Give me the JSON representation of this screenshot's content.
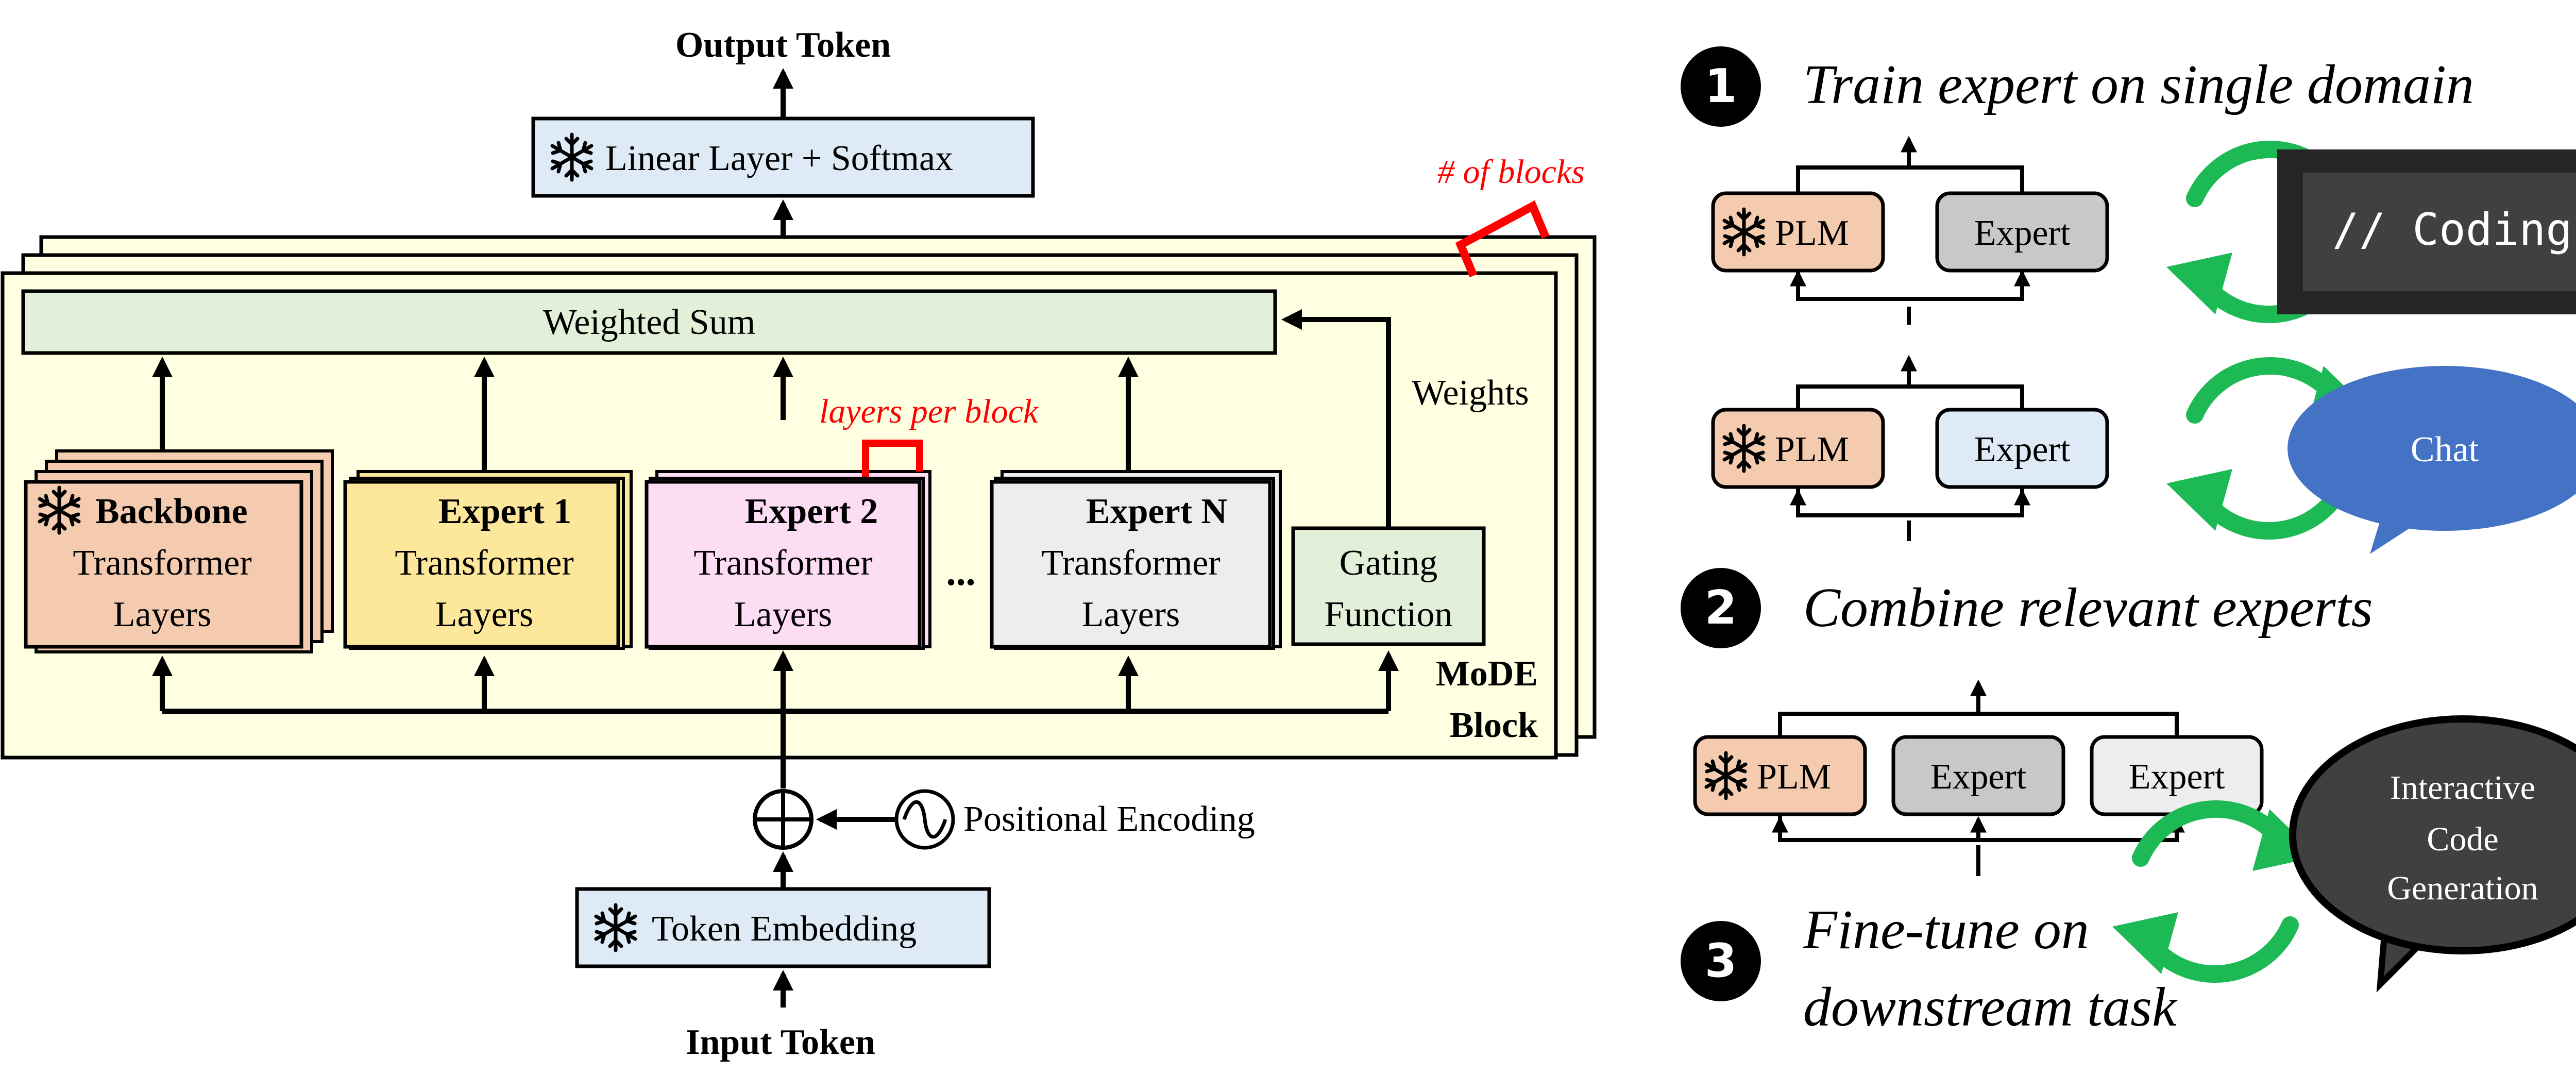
{
  "left": {
    "output_token": "Output Token",
    "input_token": "Input Token",
    "linear_layer": "Linear Layer + Softmax",
    "token_embedding": "Token Embedding",
    "positional_encoding": "Positional Encoding",
    "weighted_sum": "Weighted Sum",
    "weights": "Weights",
    "num_blocks": "# of blocks",
    "layers_per_block": "layers per block",
    "ellipsis": "...",
    "mode_block_line1": "MoDE",
    "mode_block_line2": "Block",
    "backbone": {
      "title": "Backbone",
      "line2": "Transformer",
      "line3": "Layers"
    },
    "expert1": {
      "title": "Expert 1",
      "line2": "Transformer",
      "line3": "Layers"
    },
    "expert2": {
      "title": "Expert 2",
      "line2": "Transformer",
      "line3": "Layers"
    },
    "expertN": {
      "title": "Expert N",
      "line2": "Transformer",
      "line3": "Layers"
    },
    "gating": {
      "line1": "Gating",
      "line2": "Function"
    }
  },
  "right": {
    "step1": {
      "number": "1",
      "text": "Train expert on single domain"
    },
    "step2": {
      "number": "2",
      "text": "Combine relevant experts"
    },
    "step3": {
      "number": "3",
      "line1": "Fine-tune on",
      "line2": "downstream task"
    },
    "plm": "PLM",
    "expert": "Expert",
    "coding": "// Coding",
    "chat": "Chat",
    "interactive": {
      "line1": "Interactive",
      "line2": "Code",
      "line3": "Generation"
    }
  },
  "colors": {
    "backbone": "#F4CBAE",
    "expert1": "#FDE79A",
    "expert2": "#FCDDF4",
    "expertN": "#EDEDED",
    "gating": "#E2F0D9",
    "weighted_sum": "#E2F0D9",
    "mode_block": "#FFFFE1",
    "linear": "#DEEBF7",
    "red_annotation": "#FF0000",
    "green_arrow": "#1DB954",
    "chat_bubble": "#4472C4",
    "code_bubble": "#404040",
    "expert_gray": "#C8C8C8",
    "expert_light": "#DEEBF7"
  },
  "icons": [
    "snowflake-icon",
    "plus-circle-icon",
    "sine-wave-icon",
    "cycle-arrows-icon"
  ]
}
